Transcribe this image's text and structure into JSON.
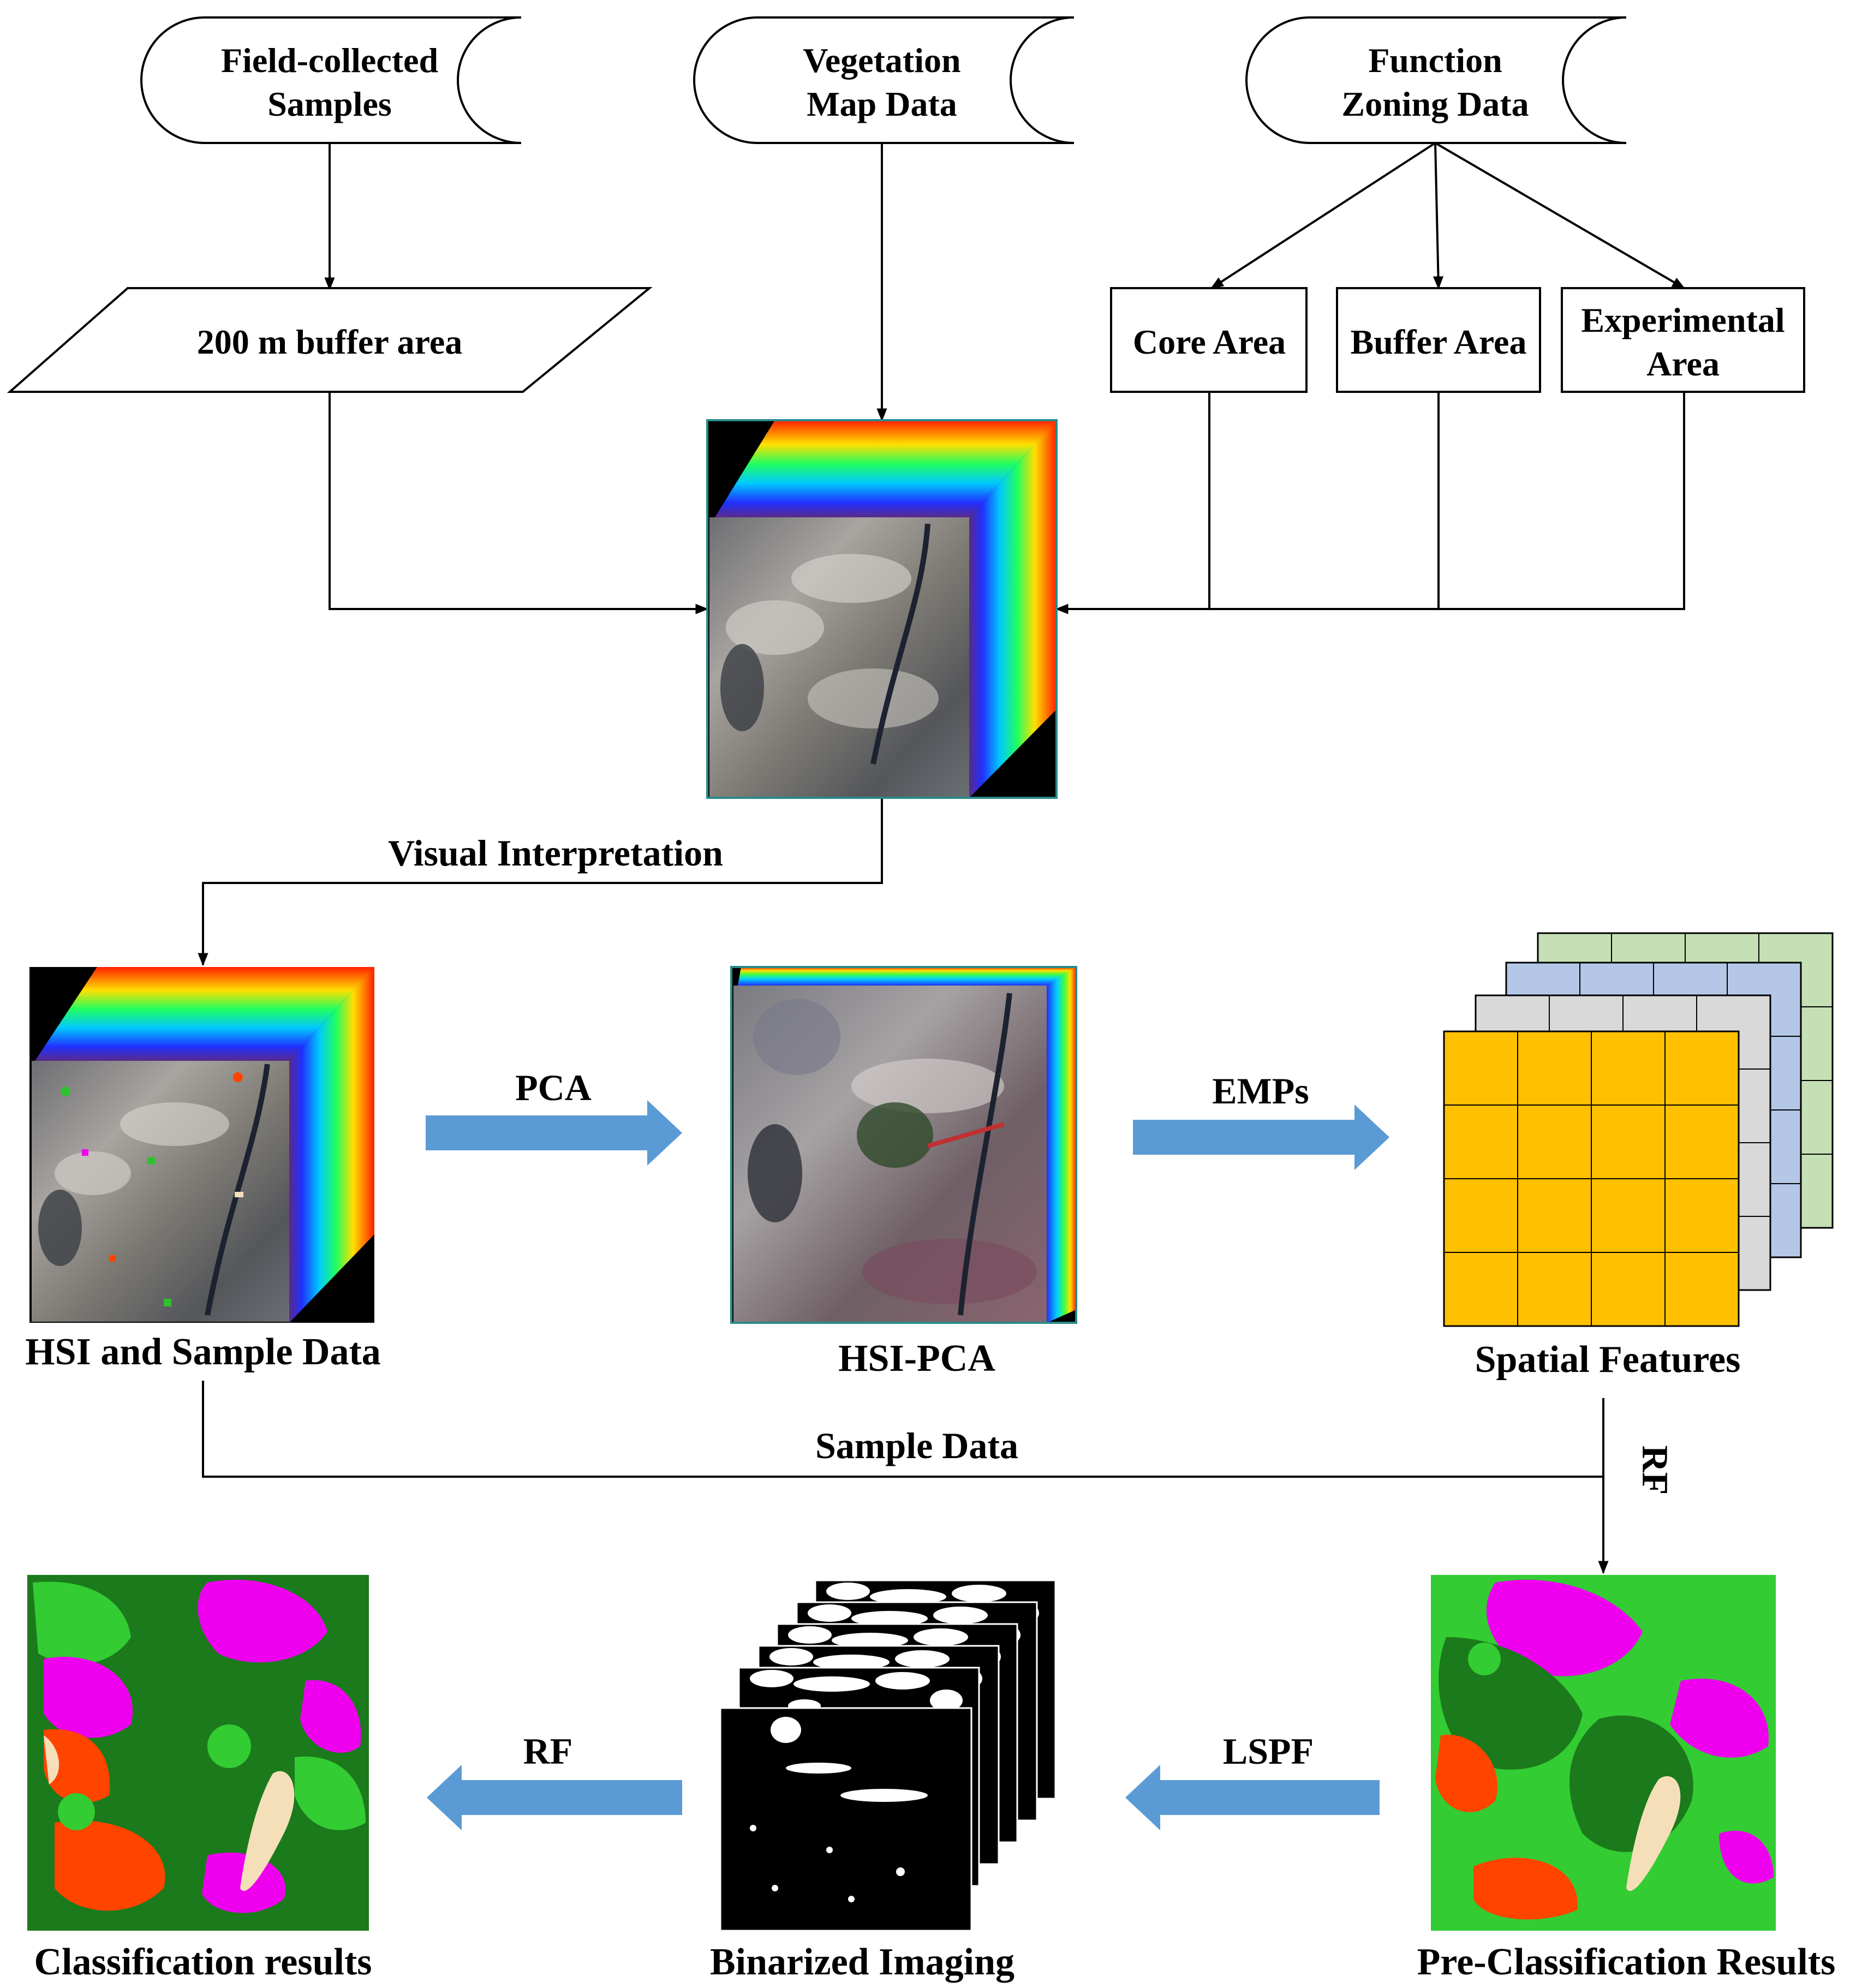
{
  "colors": {
    "arrow_fill": "#5b9bd5",
    "grid_front": "#ffc000",
    "grid_layer2": "#d9d9d9",
    "grid_layer3": "#b4c7e7",
    "grid_layer4": "#c5e0b4",
    "class_green": "#33cc33",
    "class_dark_green": "#1b7a1b",
    "class_magenta": "#ee00ee",
    "class_orange": "#ff4400",
    "class_beige": "#f5dfb8"
  },
  "sources": [
    {
      "line1": "Field-collected",
      "line2": "Samples"
    },
    {
      "line1": "Vegetation",
      "line2": "Map Data"
    },
    {
      "line1": "Function",
      "line2": "Zoning Data"
    }
  ],
  "buffer_area": "200 m buffer area",
  "zones": [
    {
      "line1": "Core Area",
      "line2": ""
    },
    {
      "line1": "Buffer Area",
      "line2": ""
    },
    {
      "line1": "Experimental",
      "line2": "Area"
    }
  ],
  "edge_labels": {
    "visual_interpretation": "Visual Interpretation",
    "pca": "PCA",
    "emps": "EMPs",
    "sample_data": "Sample Data",
    "rf_vertical": "RF",
    "lspf": "LSPF",
    "rf": "RF"
  },
  "captions": {
    "hsi_sample": "HSI and Sample Data",
    "hsi_pca": "HSI-PCA",
    "spatial_features": "Spatial Features",
    "pre_classification": "Pre-Classification Results",
    "binarized": "Binarized Imaging",
    "classification": "Classification results"
  }
}
